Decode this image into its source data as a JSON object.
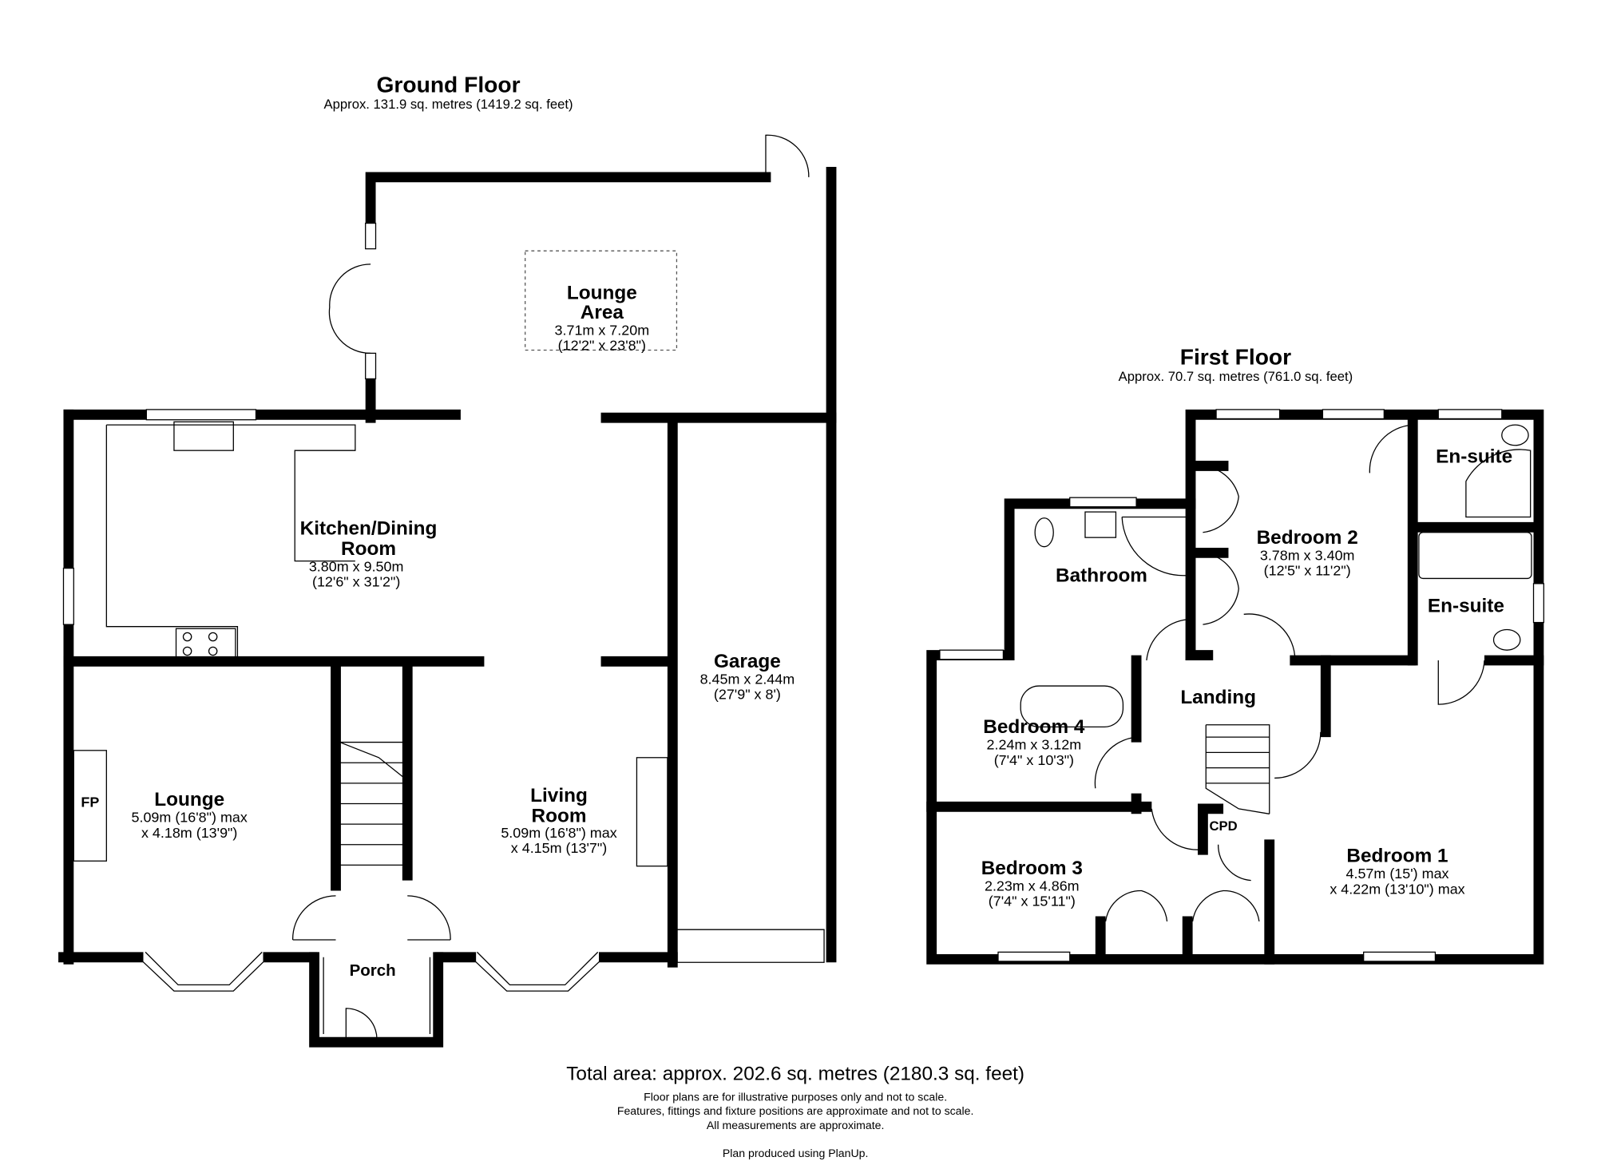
{
  "ground_floor": {
    "title": "Ground Floor",
    "area": "Approx. 131.9 sq. metres (1419.2 sq. feet)",
    "rooms": [
      {
        "name": "Lounge",
        "name2": "Area",
        "dim1": "3.71m x 7.20m",
        "dim2": "(12'2\" x 23'8\")"
      },
      {
        "name": "Kitchen/Dining",
        "name2": "Room",
        "dim1": "3.80m x 9.50m",
        "dim2": "(12'6\" x 31'2\")"
      },
      {
        "name": "Garage",
        "dim1": "8.45m x 2.44m",
        "dim2": "(27'9\" x 8')"
      },
      {
        "name": "Lounge",
        "dim1": "5.09m (16'8\") max",
        "dim2": "x 4.18m (13'9\")"
      },
      {
        "name": "Living",
        "name2": "Room",
        "dim1": "5.09m (16'8\") max",
        "dim2": "x 4.15m (13'7\")"
      },
      {
        "name": "Porch"
      }
    ],
    "fireplace_label": "FP"
  },
  "first_floor": {
    "title": "First Floor",
    "area": "Approx. 70.7 sq. metres (761.0 sq. feet)",
    "rooms": [
      {
        "name": "En-suite"
      },
      {
        "name": "Bedroom 2",
        "dim1": "3.78m x 3.40m",
        "dim2": "(12'5\" x 11'2\")"
      },
      {
        "name": "Bathroom"
      },
      {
        "name": "En-suite"
      },
      {
        "name": "Landing"
      },
      {
        "name": "Bedroom 4",
        "dim1": "2.24m x 3.12m",
        "dim2": "(7'4\" x 10'3\")"
      },
      {
        "name": "CPD"
      },
      {
        "name": "Bedroom 3",
        "dim1": "2.23m x 4.86m",
        "dim2": "(7'4\" x 15'11\")"
      },
      {
        "name": "Bedroom 1",
        "dim1": "4.57m (15') max",
        "dim2": "x 4.22m (13'10\") max"
      }
    ]
  },
  "footer": {
    "total": "Total area: approx. 202.6 sq. metres (2180.3 sq. feet)",
    "notes": [
      "Floor plans are for illustrative purposes only and not to scale.",
      "Features, fittings and fixture positions are approximate and not to scale.",
      "All measurements are approximate."
    ],
    "credit": "Plan produced using PlanUp."
  }
}
